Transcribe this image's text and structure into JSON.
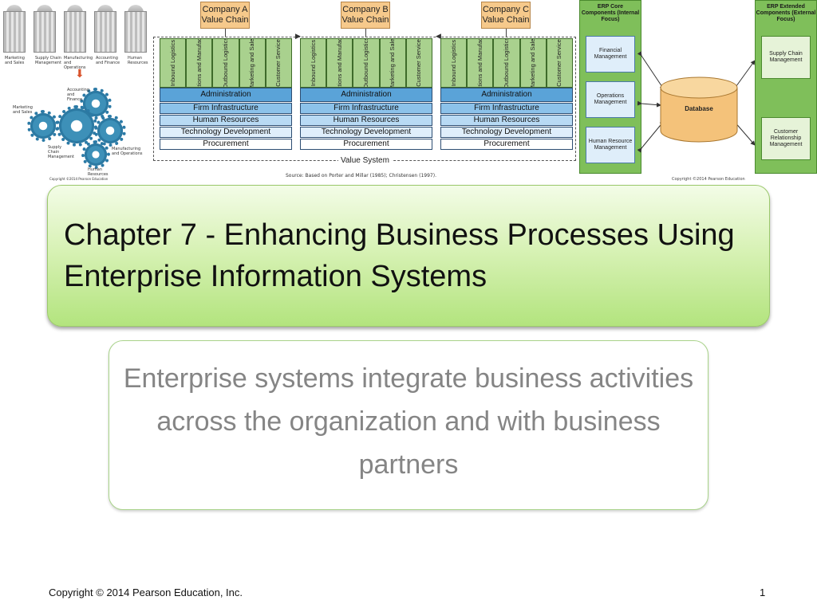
{
  "slide": {
    "title": "Chapter 7 - Enhancing Business Processes Using Enterprise Information Systems",
    "body": "Enterprise systems integrate business activities across the organization and with business partners",
    "footer": "Copyright © 2014 Pearson Education, Inc.",
    "page_number": "1"
  },
  "silos_figure": {
    "silo_labels": [
      "Marketing and Sales",
      "Supply Chain Management",
      "Manufacturing and Operations",
      "Accounting and Finance",
      "Human Resources"
    ],
    "gear_labels": {
      "top": "Accounting and Finance",
      "left": "Marketing and Sales",
      "bottom_left": "Supply Chain Management",
      "right": "Manufacturing and Operations",
      "bottom": "Human Resources"
    },
    "copyright": "Copyright ©2014 Pearson Education"
  },
  "value_chain_figure": {
    "companies": [
      "Company A Value Chain",
      "Company B Value Chain",
      "Company C Value Chain"
    ],
    "primary_activities": [
      "Inbound Logistics",
      "Operations and Manufacturing",
      "Outbound Logistics",
      "Marketing and Sales",
      "Customer Service"
    ],
    "support_activities": [
      "Administration",
      "Firm Infrastructure",
      "Human Resources",
      "Technology Development",
      "Procurement"
    ],
    "value_system_label": "Value System",
    "source": "Source: Based on Porter and Millar (1985); Christensen (1997)."
  },
  "erp_figure": {
    "core_title": "ERP Core Components (Internal Focus)",
    "extended_title": "ERP Extended Components (External Focus)",
    "core_components": [
      "Financial Management",
      "Operations Management",
      "Human Resource Management"
    ],
    "extended_components": [
      "Supply Chain Management",
      "Customer Relationship Management"
    ],
    "database_label": "Database",
    "copyright": "Copyright ©2014 Pearson Education"
  },
  "colors": {
    "title_gradient_top": "#f3fce7",
    "title_gradient_bottom": "#b3e47e",
    "body_text": "#858585",
    "erp_green": "#7fbf5a",
    "primary_activity_green": "#a9d18e",
    "administration_blue": "#5aa3d8"
  }
}
